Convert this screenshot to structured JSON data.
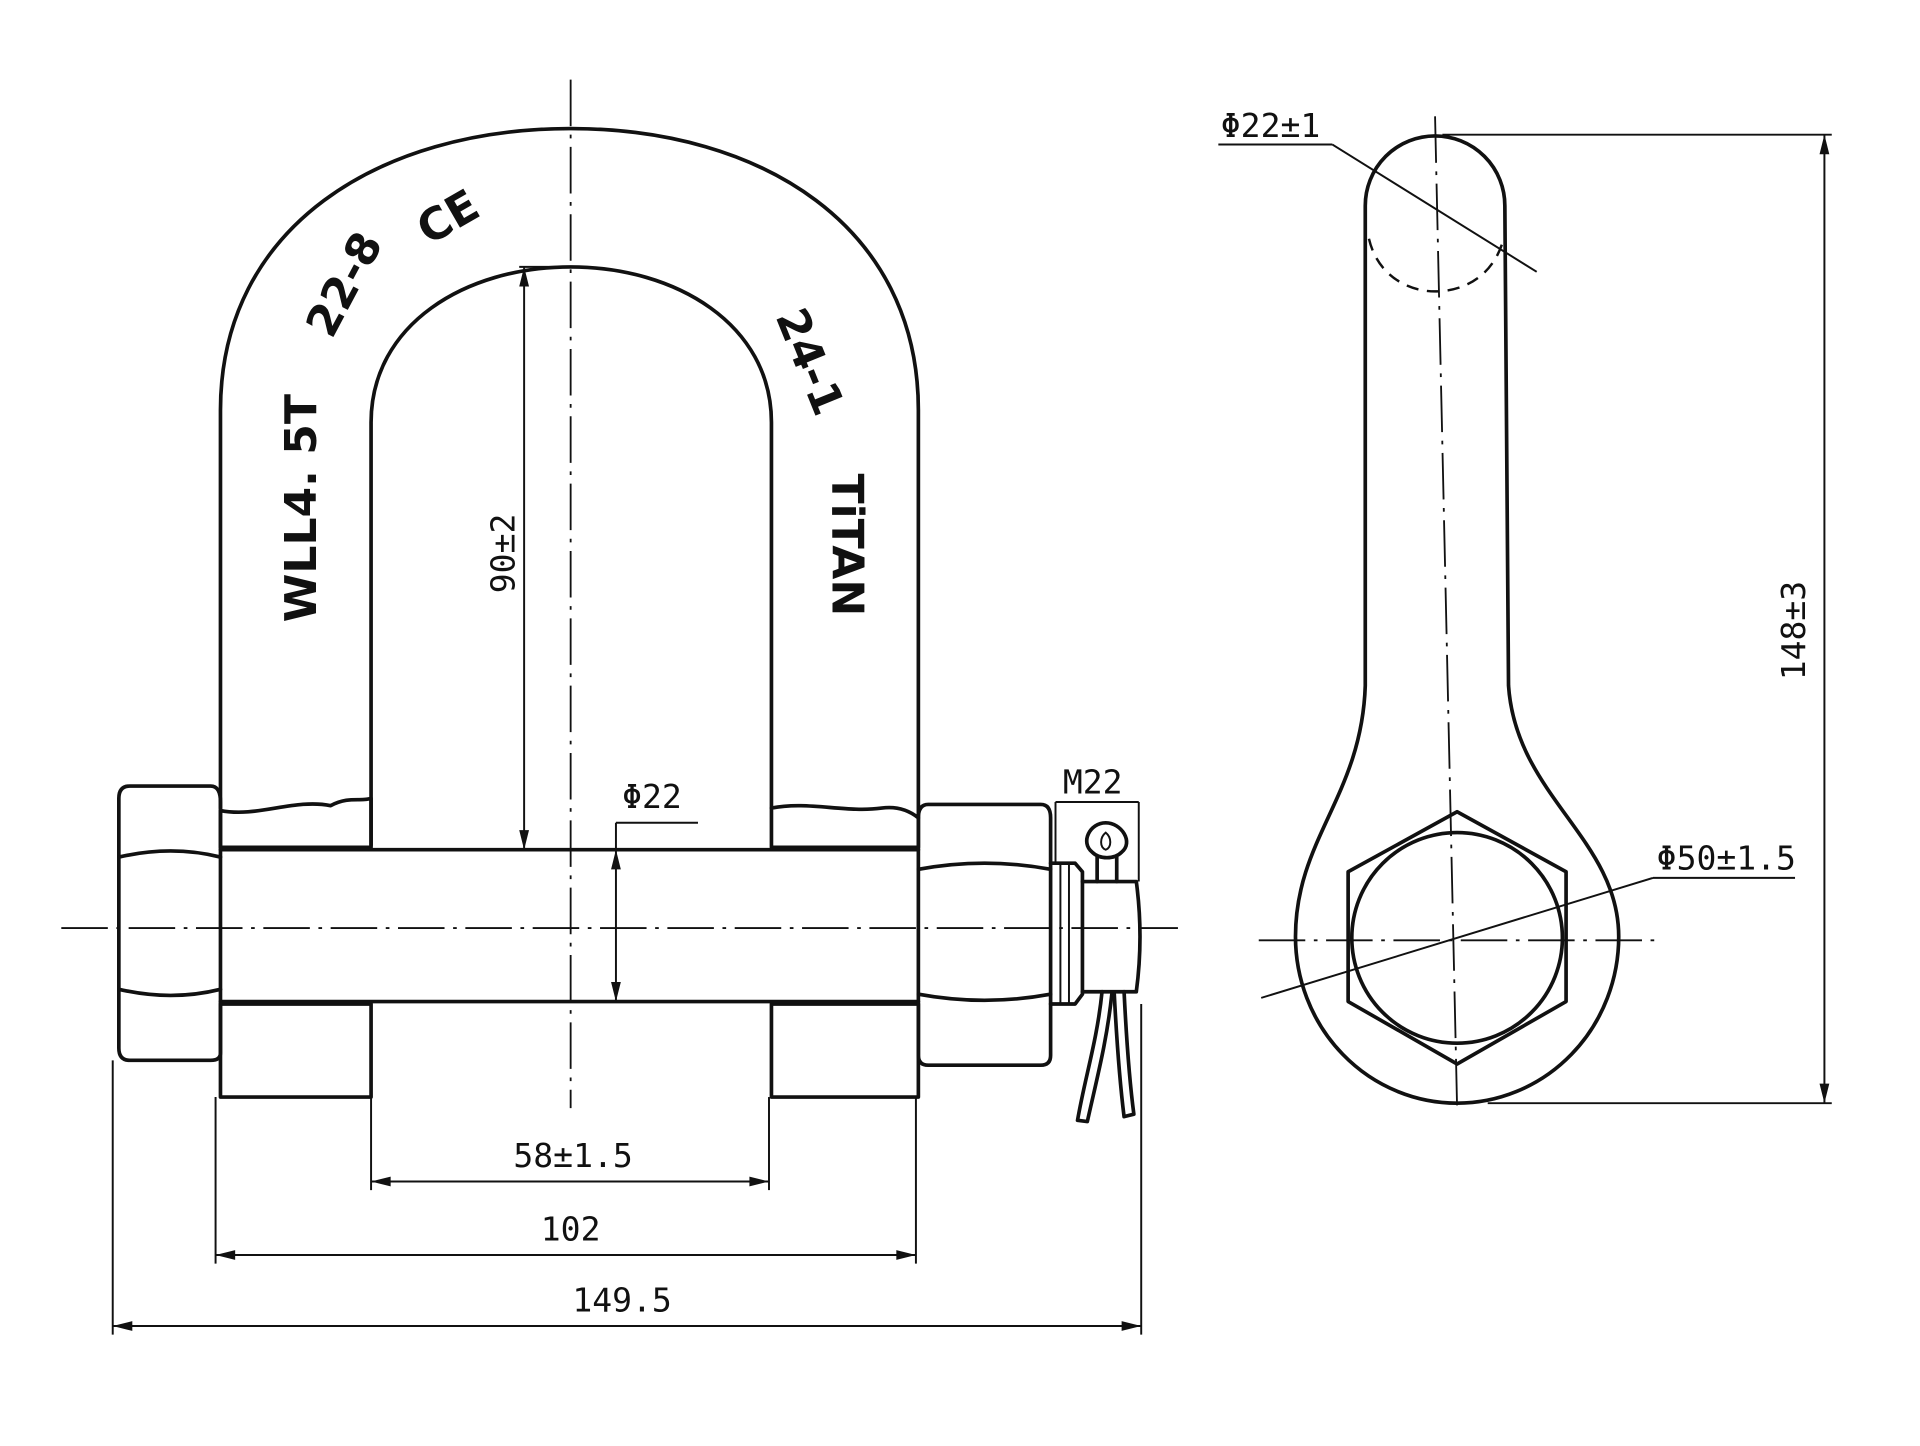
{
  "front_view": {
    "markings": {
      "line1": "WLL4. 5T",
      "line2": "22-8",
      "ce": "CE",
      "line3": "24-1",
      "line4": "TiTAN"
    },
    "dimensions": {
      "inner_height": "90±2",
      "pin_diameter": "Φ22",
      "thread": "M22",
      "inner_width": "58±1.5",
      "outer_width": "102",
      "overall_length": "149.5"
    }
  },
  "side_view": {
    "dimensions": {
      "body_diameter": "Φ22±1",
      "eye_diameter": "Φ50±1.5",
      "overall_height": "148±3"
    }
  }
}
